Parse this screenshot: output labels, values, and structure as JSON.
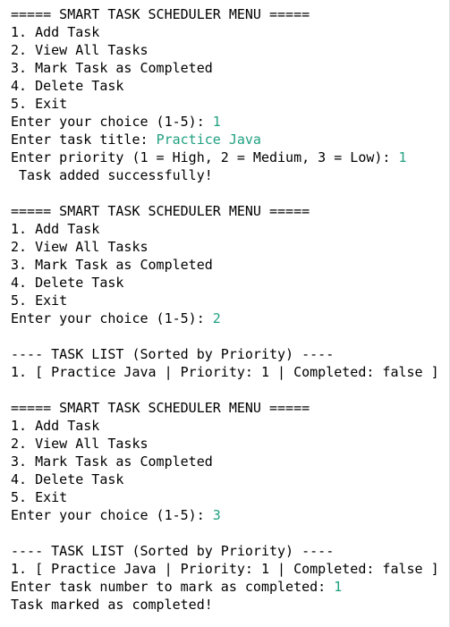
{
  "console": {
    "colors": {
      "text": "#000000",
      "input": "#20a080",
      "background": "#ffffff"
    },
    "lines": [
      {
        "text": "===== SMART TASK SCHEDULER MENU =====",
        "input": ""
      },
      {
        "text": "1. Add Task",
        "input": ""
      },
      {
        "text": "2. View All Tasks",
        "input": ""
      },
      {
        "text": "3. Mark Task as Completed",
        "input": ""
      },
      {
        "text": "4. Delete Task",
        "input": ""
      },
      {
        "text": "5. Exit",
        "input": ""
      },
      {
        "text": "Enter your choice (1-5): ",
        "input": "1"
      },
      {
        "text": "Enter task title: ",
        "input": "Practice Java"
      },
      {
        "text": "Enter priority (1 = High, 2 = Medium, 3 = Low): ",
        "input": "1"
      },
      {
        "text": " Task added successfully!",
        "input": ""
      },
      {
        "text": "",
        "input": ""
      },
      {
        "text": "===== SMART TASK SCHEDULER MENU =====",
        "input": ""
      },
      {
        "text": "1. Add Task",
        "input": ""
      },
      {
        "text": "2. View All Tasks",
        "input": ""
      },
      {
        "text": "3. Mark Task as Completed",
        "input": ""
      },
      {
        "text": "4. Delete Task",
        "input": ""
      },
      {
        "text": "5. Exit",
        "input": ""
      },
      {
        "text": "Enter your choice (1-5): ",
        "input": "2"
      },
      {
        "text": "",
        "input": ""
      },
      {
        "text": "---- TASK LIST (Sorted by Priority) ----",
        "input": ""
      },
      {
        "text": "1. [ Practice Java | Priority: 1 | Completed: false ]",
        "input": ""
      },
      {
        "text": "",
        "input": ""
      },
      {
        "text": "===== SMART TASK SCHEDULER MENU =====",
        "input": ""
      },
      {
        "text": "1. Add Task",
        "input": ""
      },
      {
        "text": "2. View All Tasks",
        "input": ""
      },
      {
        "text": "3. Mark Task as Completed",
        "input": ""
      },
      {
        "text": "4. Delete Task",
        "input": ""
      },
      {
        "text": "5. Exit",
        "input": ""
      },
      {
        "text": "Enter your choice (1-5): ",
        "input": "3"
      },
      {
        "text": "",
        "input": ""
      },
      {
        "text": "---- TASK LIST (Sorted by Priority) ----",
        "input": ""
      },
      {
        "text": "1. [ Practice Java | Priority: 1 | Completed: false ]",
        "input": ""
      },
      {
        "text": "Enter task number to mark as completed: ",
        "input": "1"
      },
      {
        "text": "Task marked as completed!",
        "input": ""
      }
    ]
  }
}
